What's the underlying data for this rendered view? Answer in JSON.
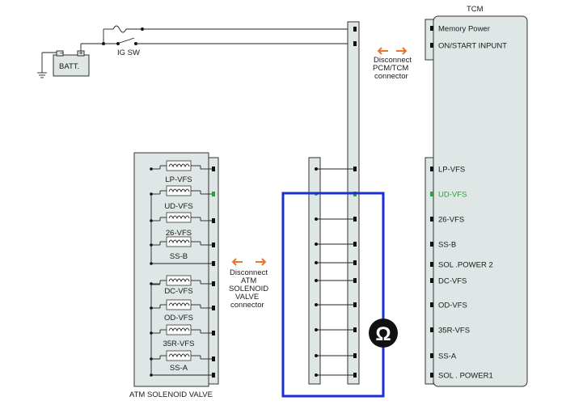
{
  "power": {
    "battery_label": "BATT.",
    "ignition_label": "IG SW"
  },
  "tcm": {
    "title": "TCM",
    "pins": [
      {
        "label": "Memory Power",
        "highlight": false
      },
      {
        "label": "ON/START  INPUNT",
        "highlight": false
      },
      {
        "label": "LP-VFS",
        "highlight": false
      },
      {
        "label": "UD-VFS",
        "highlight": true
      },
      {
        "label": "26-VFS",
        "highlight": false
      },
      {
        "label": "SS-B",
        "highlight": false
      },
      {
        "label": "SOL .POWER 2",
        "highlight": false
      },
      {
        "label": "DC-VFS",
        "highlight": false
      },
      {
        "label": "OD-VFS",
        "highlight": false
      },
      {
        "label": "35R-VFS",
        "highlight": false
      },
      {
        "label": "SS-A",
        "highlight": false
      },
      {
        "label": "SOL . POWER1",
        "highlight": false
      }
    ]
  },
  "pcm_disconnect": {
    "lines": [
      "Disconnect",
      "PCM/TCM",
      "connector"
    ]
  },
  "atm_disconnect": {
    "lines": [
      "Disconnect",
      "ATM",
      "SOLENOID",
      "VALVE",
      "connector"
    ]
  },
  "solenoid_valve": {
    "title": "ATM SOLENOID VALVE",
    "coils": [
      "LP-VFS",
      "UD-VFS",
      "26-VFS",
      "SS-B",
      "DC-VFS",
      "OD-VFS",
      "35R-VFS",
      "SS-A"
    ]
  },
  "meter": {
    "symbol": "Ω",
    "icon": "ohmmeter-icon"
  },
  "colors": {
    "accent_arrow": "#e8752a",
    "probe_wire": "#1a2fd1",
    "highlight_pin": "#2e9e3a",
    "component_fill": "#dfe6e6"
  }
}
